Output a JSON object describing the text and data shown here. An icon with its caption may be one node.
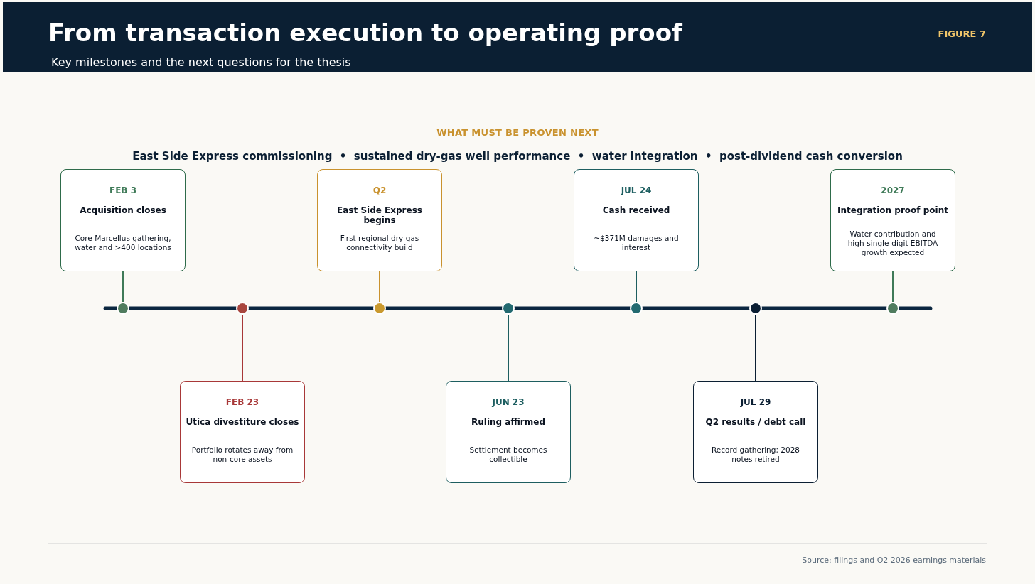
{
  "diagram": {
    "title": "From transaction execution to operating proof",
    "nodes": [
      {
        "text": [
          "FEB 3",
          "Acquisition closes",
          "Core Marcellus gathering, water and >400 locations"
        ]
      },
      {
        "text": [
          "FEB 23",
          "Utica divestiture closes",
          "Portfolio rotates away from non-core assets"
        ]
      },
      {
        "text": [
          "Q2",
          "East Side Express begins",
          "First regional dry-gas connectivity build"
        ]
      },
      {
        "text": [
          "JUN 23",
          "Ruling affirmed",
          "Settlement becomes collectible"
        ]
      },
      {
        "text": [
          "JUL 24",
          "Cash received",
          "~$371M damages and interest"
        ]
      },
      {
        "text": [
          "JUL 29",
          "Q2 results / debt call",
          "Record gathering; 2028 notes retired"
        ]
      },
      {
        "text": [
          "2027",
          "Integration proof point",
          "Water contribution and high-single-digit EBITDA growth expected"
        ]
      },
      {
        "text": [],
        "shape": "circle"
      },
      {
        "text": [],
        "shape": "circle"
      },
      {
        "text": [],
        "shape": "circle"
      },
      {
        "text": [],
        "shape": "circle"
      },
      {
        "text": [],
        "shape": "circle"
      },
      {
        "text": [],
        "shape": "circle"
      },
      {
        "text": [],
        "shape": "circle"
      }
    ],
    "edges": [
      {
        "from": 0,
        "to": 7,
        "arrow": "none",
        "color": "#3f7a58"
      },
      {
        "from": 1,
        "to": 8,
        "arrow": "none",
        "color": "#a83838"
      },
      {
        "from": 2,
        "to": 9,
        "arrow": "none",
        "color": "#c9922e"
      },
      {
        "from": 3,
        "to": 10,
        "arrow": "none",
        "color": "#1d5e60"
      },
      {
        "from": 4,
        "to": 11,
        "arrow": "none",
        "color": "#1d5e60"
      },
      {
        "from": 5,
        "to": 12,
        "arrow": "none",
        "color": "#0b1f33"
      },
      {
        "from": 6,
        "to": 13,
        "arrow": "none",
        "color": "#3f7a58"
      }
    ],
    "labels": [
      "Key milestones and the next questions for the thesis",
      "FIGURE 7",
      "WHAT MUST BE PROVEN NEXT",
      "East Side Express commissioning  •  sustained dry-gas well performance  •  water integration  •  post-dividend cash conversion",
      "Source: filings and Q2 2026 earnings materials"
    ]
  }
}
